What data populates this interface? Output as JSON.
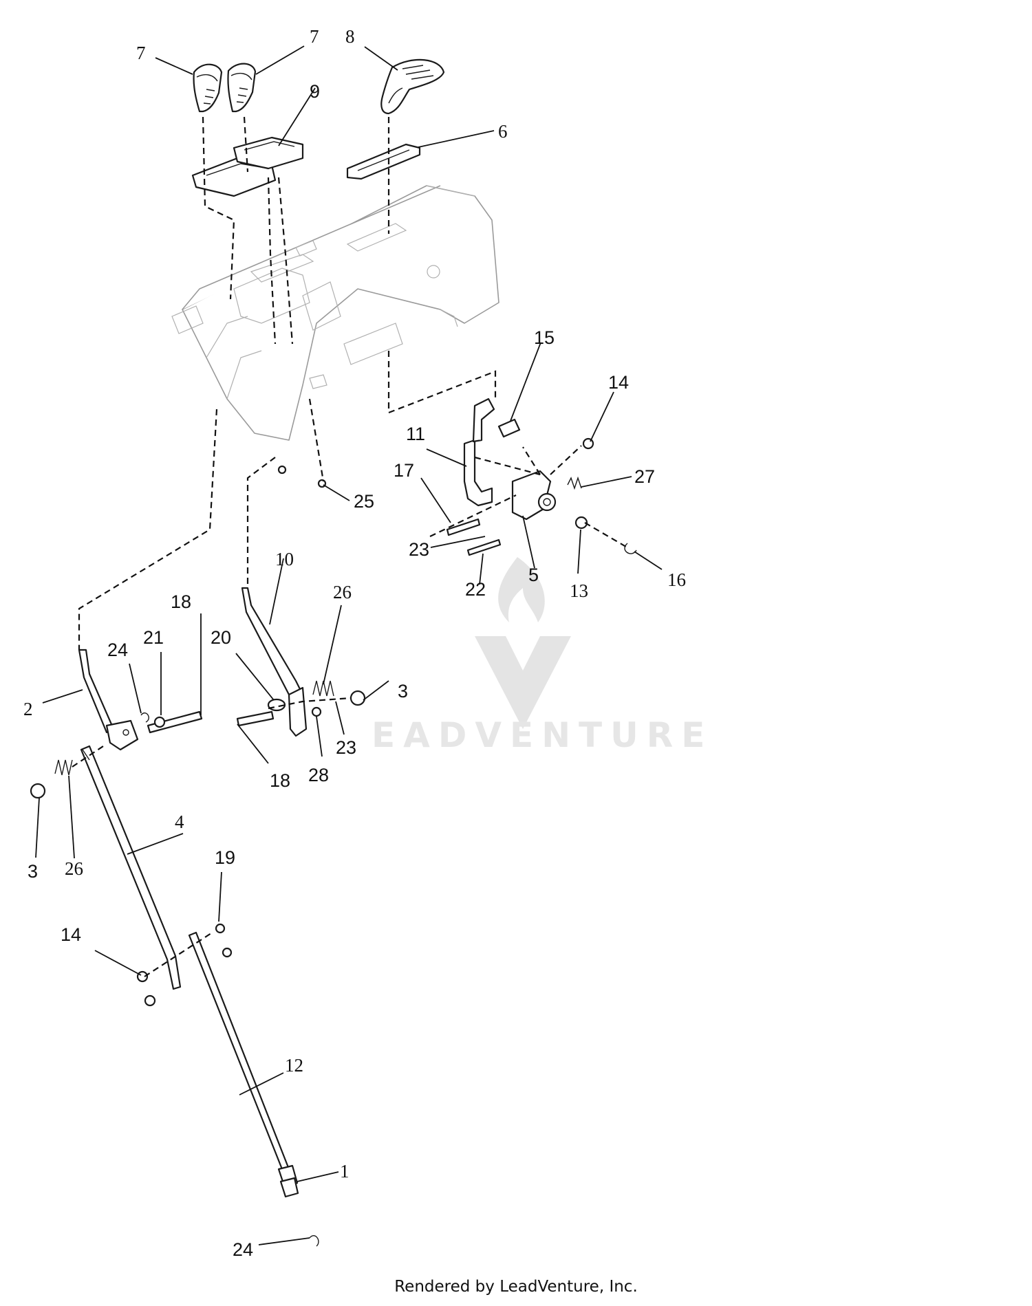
{
  "callouts": {
    "c7a": "7",
    "c7b": "7",
    "c8": "8",
    "c9": "9",
    "c6": "6",
    "c15": "15",
    "c14a": "14",
    "c11": "11",
    "c17": "17",
    "c27": "27",
    "c25": "25",
    "c23a": "23",
    "c5": "5",
    "c13": "13",
    "c16": "16",
    "c22": "22",
    "c10": "10",
    "c26a": "26",
    "c18a": "18",
    "c24a": "24",
    "c21": "21",
    "c20": "20",
    "c3a": "3",
    "c2": "2",
    "c23b": "23",
    "c28": "28",
    "c18b": "18",
    "c3b": "3",
    "c26b": "26",
    "c4": "4",
    "c19": "19",
    "c14b": "14",
    "c12": "12",
    "c1": "1",
    "c24b": "24"
  },
  "watermark": {
    "text": "EADVENTURE"
  },
  "footer": {
    "text": "Rendered by LeadVenture, Inc."
  }
}
